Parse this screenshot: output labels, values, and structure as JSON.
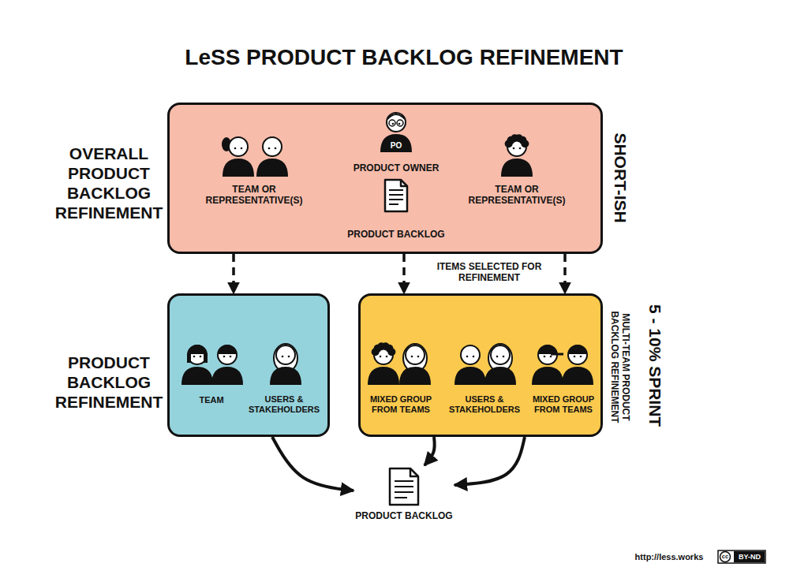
{
  "diagram": {
    "title": "LeSS PRODUCT BACKLOG REFINEMENT",
    "nodes": [
      {
        "text": [
          "OVERALL PRODUCT BACKLOG REFINEMENT",
          "TEAM OR REPRESENTATIVE(S)",
          "PRODUCT OWNER",
          "PRODUCT BACKLOG",
          "TEAM OR REPRESENTATIVE(S)",
          "SHORT-ISH"
        ]
      },
      {
        "text": [
          "TEAM",
          "USERS & STAKEHOLDERS"
        ]
      },
      {
        "text": [
          "MIXED GROUP FROM TEAMS",
          "USERS & STAKEHOLDERS",
          "MIXED GROUP FROM TEAMS",
          "MULTI-TEAM PRODUCT BACKLOG REFINEMENT"
        ]
      },
      {
        "text": [
          "PRODUCT BACKLOG"
        ]
      }
    ],
    "edges": [
      {
        "from": 0,
        "to": 1,
        "arrow": "to"
      },
      {
        "from": 0,
        "to": 2,
        "arrow": "to"
      },
      {
        "from": 0,
        "to": 2,
        "arrow": "to"
      },
      {
        "from": 1,
        "to": 3,
        "arrow": "to"
      },
      {
        "from": 2,
        "to": 3,
        "arrow": "to"
      },
      {
        "from": 2,
        "to": 3,
        "arrow": "to"
      }
    ],
    "labels": [
      "PRODUCT BACKLOG REFINEMENT",
      "5 - 10% SPRINT",
      "ITEMS SELECTED FOR REFINEMENT",
      "PO",
      "http://less.works",
      "cc",
      "BY-ND"
    ]
  }
}
